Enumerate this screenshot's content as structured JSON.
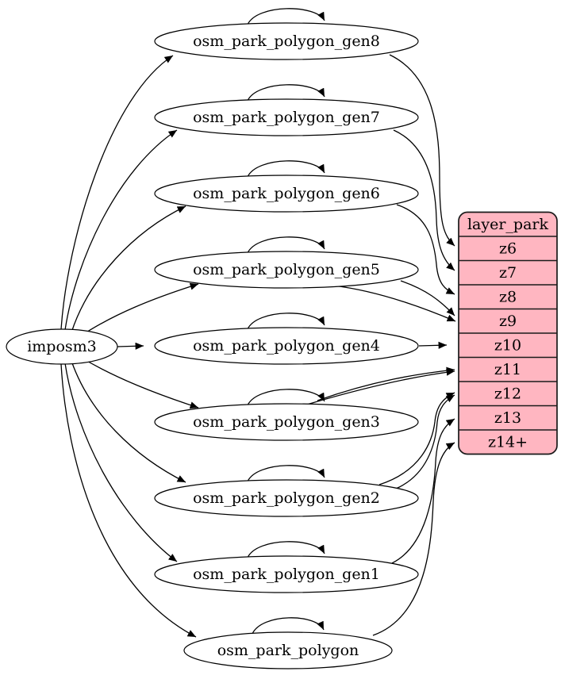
{
  "diagram": {
    "background": "#ffffff",
    "edge_color": "#000000",
    "node_fill": "#ffffff",
    "node_stroke": "#000000",
    "source_node": {
      "label": "imposm3"
    },
    "tables": [
      {
        "id": "gen8",
        "label": "osm_park_polygon_gen8"
      },
      {
        "id": "gen7",
        "label": "osm_park_polygon_gen7"
      },
      {
        "id": "gen6",
        "label": "osm_park_polygon_gen6"
      },
      {
        "id": "gen5",
        "label": "osm_park_polygon_gen5"
      },
      {
        "id": "gen4",
        "label": "osm_park_polygon_gen4"
      },
      {
        "id": "gen3",
        "label": "osm_park_polygon_gen3"
      },
      {
        "id": "gen2",
        "label": "osm_park_polygon_gen2"
      },
      {
        "id": "gen1",
        "label": "osm_park_polygon_gen1"
      },
      {
        "id": "polygon",
        "label": "osm_park_polygon"
      }
    ],
    "layer_table": {
      "header": "layer_park",
      "rows": [
        "z6",
        "z7",
        "z8",
        "z9",
        "z10",
        "z11",
        "z12",
        "z13",
        "z14+"
      ],
      "fill_color": "#ffb6c1",
      "border_color": "#1a1a1a"
    },
    "edges": {
      "from_source": [
        "osm_park_polygon_gen8",
        "osm_park_polygon_gen7",
        "osm_park_polygon_gen6",
        "osm_park_polygon_gen5",
        "osm_park_polygon_gen4",
        "osm_park_polygon_gen3",
        "osm_park_polygon_gen2",
        "osm_park_polygon_gen1",
        "osm_park_polygon"
      ],
      "self_loops": [
        "osm_park_polygon_gen8",
        "osm_park_polygon_gen7",
        "osm_park_polygon_gen6",
        "osm_park_polygon_gen5",
        "osm_park_polygon_gen4",
        "osm_park_polygon_gen3",
        "osm_park_polygon_gen2",
        "osm_park_polygon_gen1",
        "osm_park_polygon"
      ],
      "to_layer": [
        {
          "from": "osm_park_polygon_gen8",
          "to": "z6"
        },
        {
          "from": "osm_park_polygon_gen7",
          "to": "z7"
        },
        {
          "from": "osm_park_polygon_gen6",
          "to": "z8"
        },
        {
          "from": "osm_park_polygon_gen5",
          "to": "z9"
        },
        {
          "from": "osm_park_polygon_gen5",
          "to": "z9"
        },
        {
          "from": "osm_park_polygon_gen4",
          "to": "z10"
        },
        {
          "from": "osm_park_polygon_gen3",
          "to": "z11"
        },
        {
          "from": "osm_park_polygon_gen3",
          "to": "z11"
        },
        {
          "from": "osm_park_polygon_gen2",
          "to": "z12"
        },
        {
          "from": "osm_park_polygon_gen2",
          "to": "z12"
        },
        {
          "from": "osm_park_polygon_gen1",
          "to": "z13"
        },
        {
          "from": "osm_park_polygon",
          "to": "z14+"
        }
      ]
    }
  }
}
